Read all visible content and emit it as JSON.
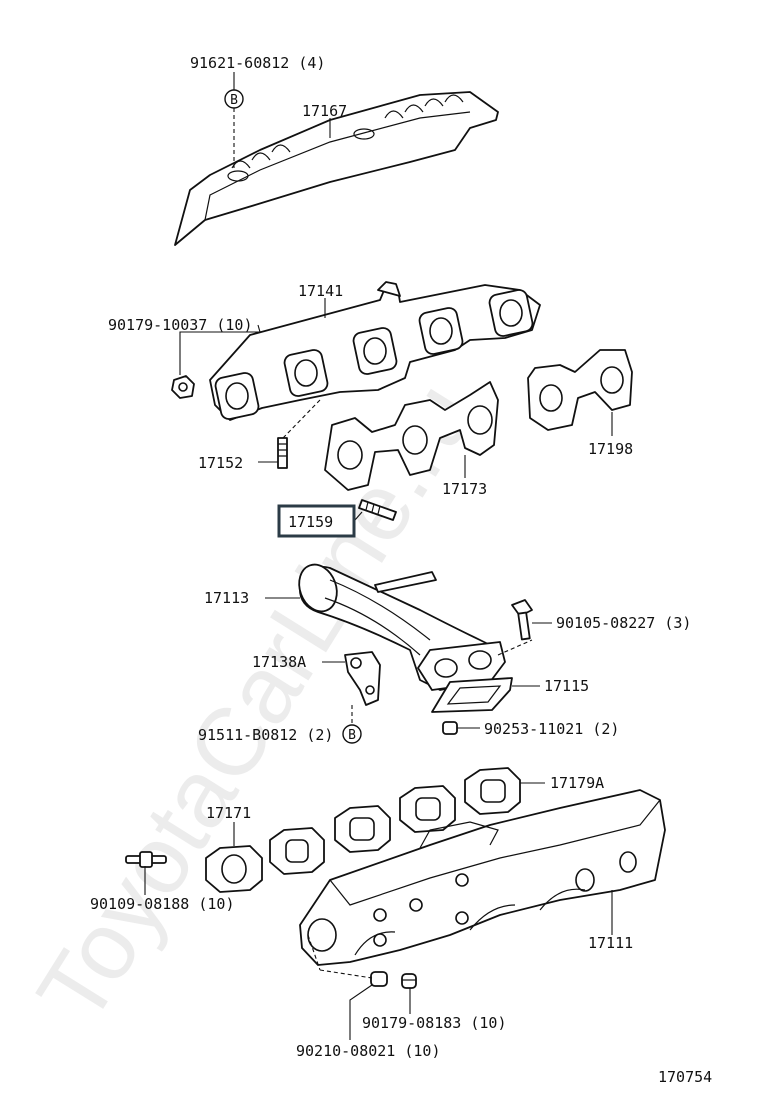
{
  "watermark": "ToyotaCarLine.ru",
  "diagram_id": "170754",
  "highlight_color": "#2b3b46",
  "callouts": {
    "c91621": "91621-60812 (4)",
    "cB1": "B",
    "c17167": "17167",
    "c17141": "17141",
    "c90179a": "90179-10037 (10)",
    "c17152": "17152",
    "c17173": "17173",
    "c17198": "17198",
    "c17159": "17159",
    "c17113": "17113",
    "c90105": "90105-08227 (3)",
    "c17138A": "17138A",
    "c17115": "17115",
    "c91511": "91511-B0812 (2)",
    "cB2": "B",
    "c90253": "90253-11021 (2)",
    "c17171": "17171",
    "c17179A": "17179A",
    "c90109": "90109-08188 (10)",
    "c17111": "17111",
    "c90179b": "90179-08183 (10)",
    "c90210": "90210-08021 (10)"
  }
}
